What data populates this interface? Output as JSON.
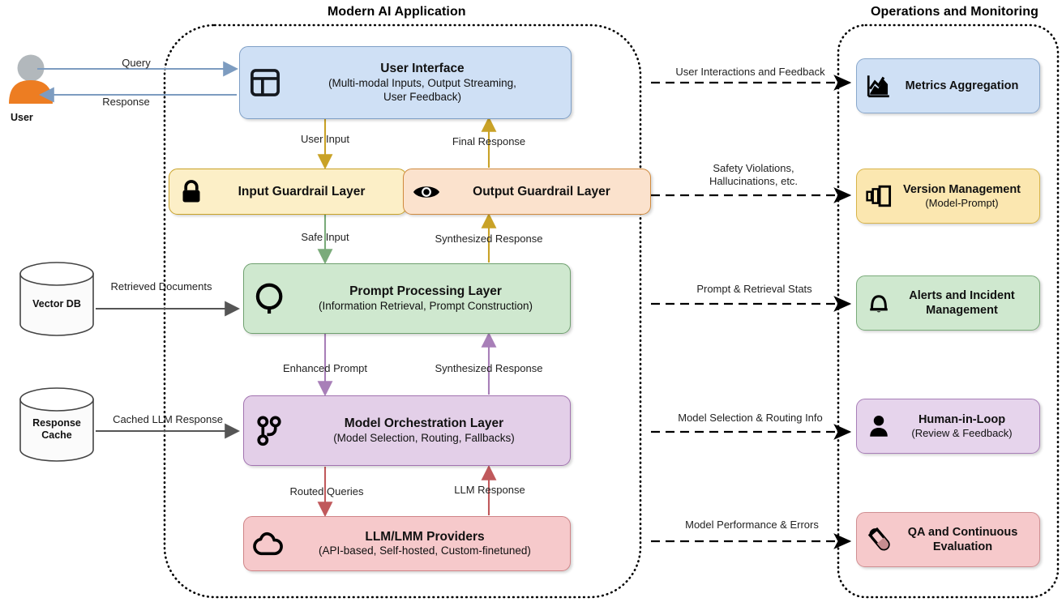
{
  "diagram": {
    "groups": [
      {
        "name": "main-application",
        "title": "Modern AI Application"
      },
      {
        "name": "operations-monitoring",
        "title": "Operations and Monitoring"
      }
    ],
    "actors": [
      {
        "name": "user",
        "label": "User",
        "icon": "user-avatar-icon",
        "head_color": "#b2b8bc",
        "body_color": "#ed7d22"
      }
    ],
    "datastores": [
      {
        "name": "vector-db",
        "label": "Vector DB",
        "icon": "database-cylinder-icon"
      },
      {
        "name": "response-cache",
        "label": "Response\nCache",
        "label_line1": "Response",
        "label_line2": "Cache",
        "icon": "database-cylinder-icon"
      }
    ],
    "pipeline": [
      {
        "name": "user-interface",
        "title": "User Interface",
        "subtitle_line1": "(Multi-modal Inputs, Output Streaming,",
        "subtitle_line2": "User Feedback)",
        "icon": "layout-dashboard-icon",
        "color": "#cfe0f5"
      },
      {
        "name": "input-guardrail-layer",
        "title": "Input Guardrail Layer",
        "subtitle_line1": "",
        "subtitle_line2": "",
        "icon": "lock-icon",
        "color": "#fcefc7"
      },
      {
        "name": "output-guardrail-layer",
        "title": "Output Guardrail Layer",
        "subtitle_line1": "",
        "subtitle_line2": "",
        "icon": "eye-icon",
        "color": "#fbe2cd"
      },
      {
        "name": "prompt-processing-layer",
        "title": "Prompt Processing Layer",
        "subtitle_line1": "(Information Retrieval, Prompt Construction)",
        "subtitle_line2": "",
        "icon": "magnifier-icon",
        "color": "#cfe8cf"
      },
      {
        "name": "model-orchestration-layer",
        "title": "Model Orchestration Layer",
        "subtitle_line1": "(Model Selection, Routing, Fallbacks)",
        "subtitle_line2": "",
        "icon": "git-branch-icon",
        "color": "#e3cfe8"
      },
      {
        "name": "llm-lmm-providers",
        "title": "LLM/LMM Providers",
        "subtitle_line1": "(API-based, Self-hosted, Custom-finetuned)",
        "subtitle_line2": "",
        "icon": "cloud-icon",
        "color": "#f6c9cb"
      }
    ],
    "operations": [
      {
        "name": "metrics-aggregation",
        "title": "Metrics Aggregation",
        "subtitle": "",
        "icon": "chart-area-icon",
        "color": "#cfe0f5"
      },
      {
        "name": "version-management",
        "title": "Version Management",
        "subtitle": "(Model-Prompt)",
        "icon": "versions-stack-icon",
        "color": "#fbe7b0"
      },
      {
        "name": "alerts-and-incident-management",
        "title_line1": "Alerts and Incident",
        "title_line2": "Management",
        "subtitle": "",
        "icon": "bell-icon",
        "color": "#cfe8cf"
      },
      {
        "name": "human-in-loop",
        "title": "Human-in-Loop",
        "subtitle": "(Review & Feedback)",
        "icon": "person-icon",
        "color": "#e6d4ec"
      },
      {
        "name": "qa-and-continuous-evaluation",
        "title_line1": "QA and Continuous",
        "title_line2": "Evaluation",
        "subtitle": "",
        "icon": "test-tube-icon",
        "color": "#f6c9cb"
      }
    ],
    "edges": {
      "query": "Query",
      "response": "Response",
      "user_input": "User Input",
      "final_response": "Final Response",
      "safe_input": "Safe Input",
      "synthesized_response_out": "Synthesized Response",
      "retrieved_documents": "Retrieved Documents",
      "enhanced_prompt": "Enhanced Prompt",
      "synthesized_response_model": "Synthesized Response",
      "cached_llm_response": "Cached LLM Response",
      "routed_queries": "Routed Queries",
      "llm_response": "LLM Response",
      "user_interactions_and_feedback": "User Interactions and Feedback",
      "safety_violations_l1": "Safety Violations,",
      "safety_violations_l2": "Hallucinations, etc.",
      "prompt_retrieval_stats": "Prompt & Retrieval Stats",
      "model_selection_routing_info": "Model Selection & Routing Info",
      "model_performance_errors": "Model Performance & Errors"
    },
    "colors": {
      "arrow_blue": "#7d9cc0",
      "arrow_gold": "#c9a227",
      "arrow_green": "#7aab7a",
      "arrow_purple": "#a87fb8",
      "arrow_red": "#c0595c",
      "arrow_gray": "#555555",
      "dotted_container": "#000000"
    }
  }
}
